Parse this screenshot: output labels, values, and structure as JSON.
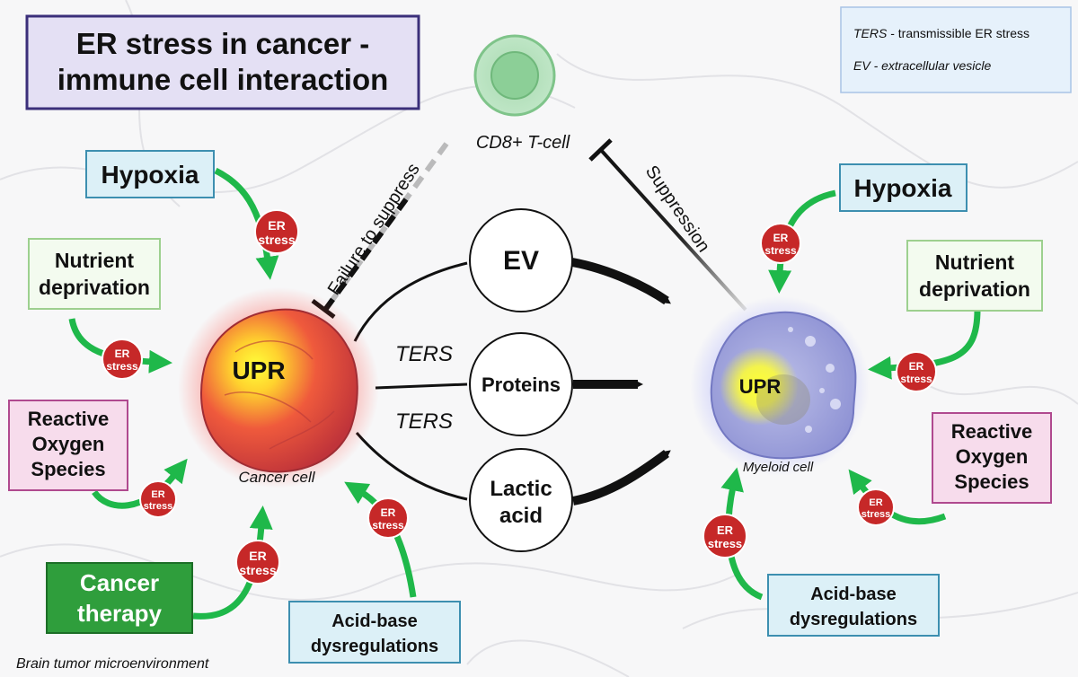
{
  "title": {
    "line1": "ER stress in cancer -",
    "line2": "immune cell interaction"
  },
  "legend": {
    "ters_abbr": "TERS",
    "ters_def": " - transmissible ER stress",
    "ev_abbr": "EV",
    "ev_def": " - extracellular vesicle"
  },
  "tcell": {
    "label": "CD8+ T-cell"
  },
  "arrows": {
    "failure": "Failure to suppress",
    "suppression": "Suppression"
  },
  "center": {
    "ev": "EV",
    "proteins": "Proteins",
    "lactic1": "Lactic",
    "lactic2": "acid",
    "ters": "TERS"
  },
  "cancer": {
    "upr": "UPR",
    "label": "Cancer cell"
  },
  "myeloid": {
    "upr": "UPR",
    "label": "Myeloid cell"
  },
  "badge": {
    "line1": "ER",
    "line2": "stress"
  },
  "left": {
    "hypoxia": "Hypoxia",
    "nutrient1": "Nutrient",
    "nutrient2": "deprivation",
    "ros1": "Reactive",
    "ros2": "Oxygen",
    "ros3": "Species",
    "therapy1": "Cancer",
    "therapy2": "therapy",
    "acid1": "Acid-base",
    "acid2": "dysregulations"
  },
  "right": {
    "hypoxia": "Hypoxia",
    "nutrient1": "Nutrient",
    "nutrient2": "deprivation",
    "ros1": "Reactive",
    "ros2": "Oxygen",
    "ros3": "Species",
    "acid1": "Acid-base",
    "acid2": "dysregulations"
  },
  "footer": "Brain tumor microenvironment",
  "colors": {
    "green_arrow": "#1fb84a",
    "badge_red": "#c62828",
    "blue_box": "#dcf0f7",
    "green_box": "#f3fbef",
    "pink_box": "#f7dcec",
    "therapy_green": "#2f9e3c",
    "title_box": "#e4e0f4"
  }
}
